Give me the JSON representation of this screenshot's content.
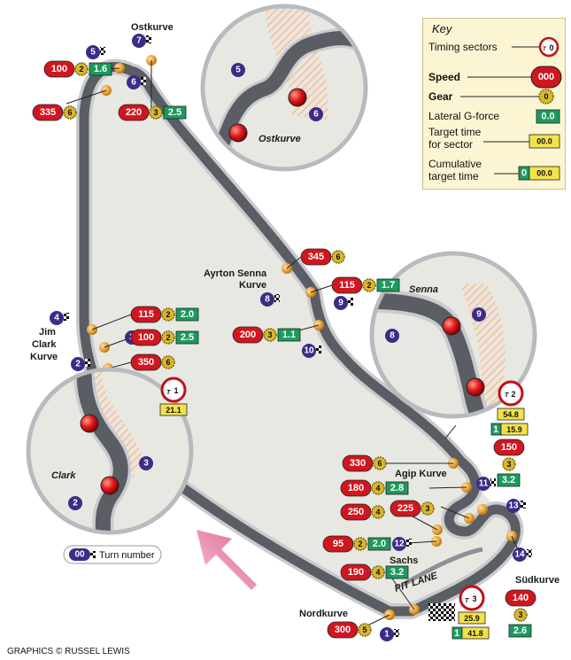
{
  "key": {
    "title": "Key",
    "timing_sectors": "Timing sectors",
    "timing_sector_sample": "0",
    "speed": "Speed",
    "speed_sample": "000",
    "gear": "Gear",
    "gear_sample": "0",
    "lateral_g": "Lateral G-force",
    "lateral_g_sample": "0.0",
    "target_time_line1": "Target time",
    "target_time_line2": "for sector",
    "target_time_sample": "00.0",
    "cumulative_line1": "Cumulative",
    "cumulative_line2": "target time",
    "cumulative_sample_a": "0",
    "cumulative_sample_b": "00.0"
  },
  "turn_number_legend": {
    "sample": "00",
    "label": "Turn number"
  },
  "credit": "GRAPHICS © RUSSEL LEWIS",
  "labels": {
    "ostkurve": "Ostkurve",
    "ayrton_senna_1": "Ayrton Senna",
    "ayrton_senna_2": "Kurve",
    "jim_clark_1": "Jim",
    "jim_clark_2": "Clark",
    "jim_clark_3": "Kurve",
    "agip": "Agip Kurve",
    "sachs": "Sachs",
    "pit_lane": "PIT LANE",
    "sudkurve": "Südkurve",
    "nordkurve": "Nordkurve"
  },
  "insets": {
    "ostkurve": {
      "title": "Ostkurve",
      "turn_a": "5",
      "turn_b": "6"
    },
    "senna": {
      "title": "Senna",
      "turn_a": "8",
      "turn_b": "9",
      "sector": "2"
    },
    "clark": {
      "title": "Clark",
      "turn_a": "2",
      "turn_b": "3",
      "sector": "1"
    }
  },
  "sectors": {
    "t1": {
      "number": "1",
      "target": "21.1"
    },
    "t2": {
      "number": "2",
      "target": "54.8",
      "cum_a": "1",
      "cum_b": "15.9"
    },
    "t3": {
      "number": "3",
      "target": "25.9",
      "cum_a": "1",
      "cum_b": "41.8"
    }
  },
  "turns": {
    "t1": "1",
    "t2": "2",
    "t3": "3",
    "t4": "4",
    "t5": "5",
    "t6": "6",
    "t7": "7",
    "t8": "8",
    "t9": "9",
    "t10": "10",
    "t11": "11",
    "t12": "12",
    "t13": "13",
    "t14": "14"
  },
  "readouts": {
    "r1": {
      "speed": "100",
      "gear": "2",
      "g": "1.6"
    },
    "r2": {
      "speed": "335",
      "gear": "6"
    },
    "r3": {
      "speed": "220",
      "gear": "3",
      "g": "2.5"
    },
    "r4": {
      "speed": "345",
      "gear": "6"
    },
    "r5": {
      "speed": "115",
      "gear": "2",
      "g": "1.7"
    },
    "r6": {
      "speed": "200",
      "gear": "3",
      "g": "1.1"
    },
    "r7": {
      "speed": "115",
      "gear": "2",
      "g": "2.0"
    },
    "r8": {
      "speed": "100",
      "gear": "2",
      "g": "2.5"
    },
    "r9": {
      "speed": "350",
      "gear": "6"
    },
    "r10": {
      "speed": "330",
      "gear": "6"
    },
    "r11": {
      "speed": "180",
      "gear": "4",
      "g": "2.8"
    },
    "r12": {
      "speed": "150",
      "gear": "3",
      "g": "3.2"
    },
    "r13": {
      "speed": "225",
      "gear": "3"
    },
    "r14": {
      "speed": "250",
      "gear": "4"
    },
    "r15": {
      "speed": "95",
      "gear": "2",
      "g": "2.0"
    },
    "r16": {
      "speed": "190",
      "gear": "4",
      "g": "3.2"
    },
    "r17": {
      "speed": "140",
      "gear": "3",
      "g": "2.6"
    },
    "r18": {
      "speed": "300",
      "gear": "5"
    }
  },
  "colors": {
    "speed_red": "#d0161f",
    "g_green": "#1c9a5e",
    "target_yellow": "#f2e24a",
    "turn_purple": "#3d2b86",
    "gear_gold": "#d9b72c",
    "track_grey": "#5a5d63",
    "infield": "#e8e8e2"
  }
}
